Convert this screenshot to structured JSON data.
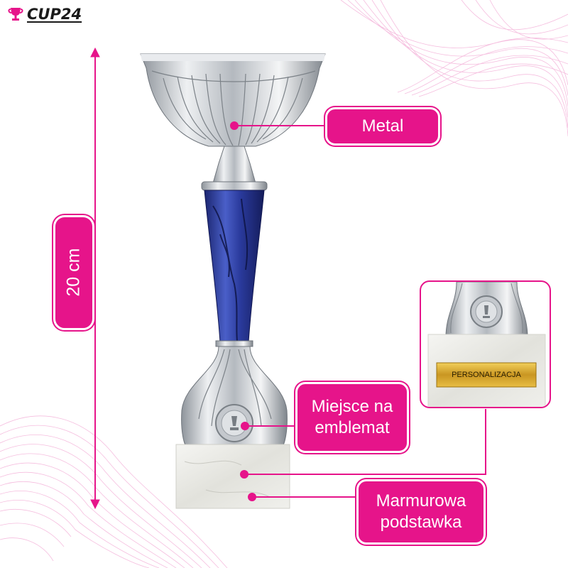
{
  "brand": {
    "name": "CUP24",
    "accent": "#e6148a"
  },
  "dimension": {
    "label": "20 cm"
  },
  "callouts": {
    "metal": "Metal",
    "emblem_line1": "Miejsce na",
    "emblem_line2": "emblemat",
    "base_line1": "Marmurowa",
    "base_line2": "podstawka"
  },
  "inset": {
    "plate_text": "PERSONALIZACJA"
  },
  "colors": {
    "silver": "#c9cdd2",
    "blue": "#2a3d9a",
    "marble": "#eeeeea",
    "gold": "#d9a628"
  }
}
